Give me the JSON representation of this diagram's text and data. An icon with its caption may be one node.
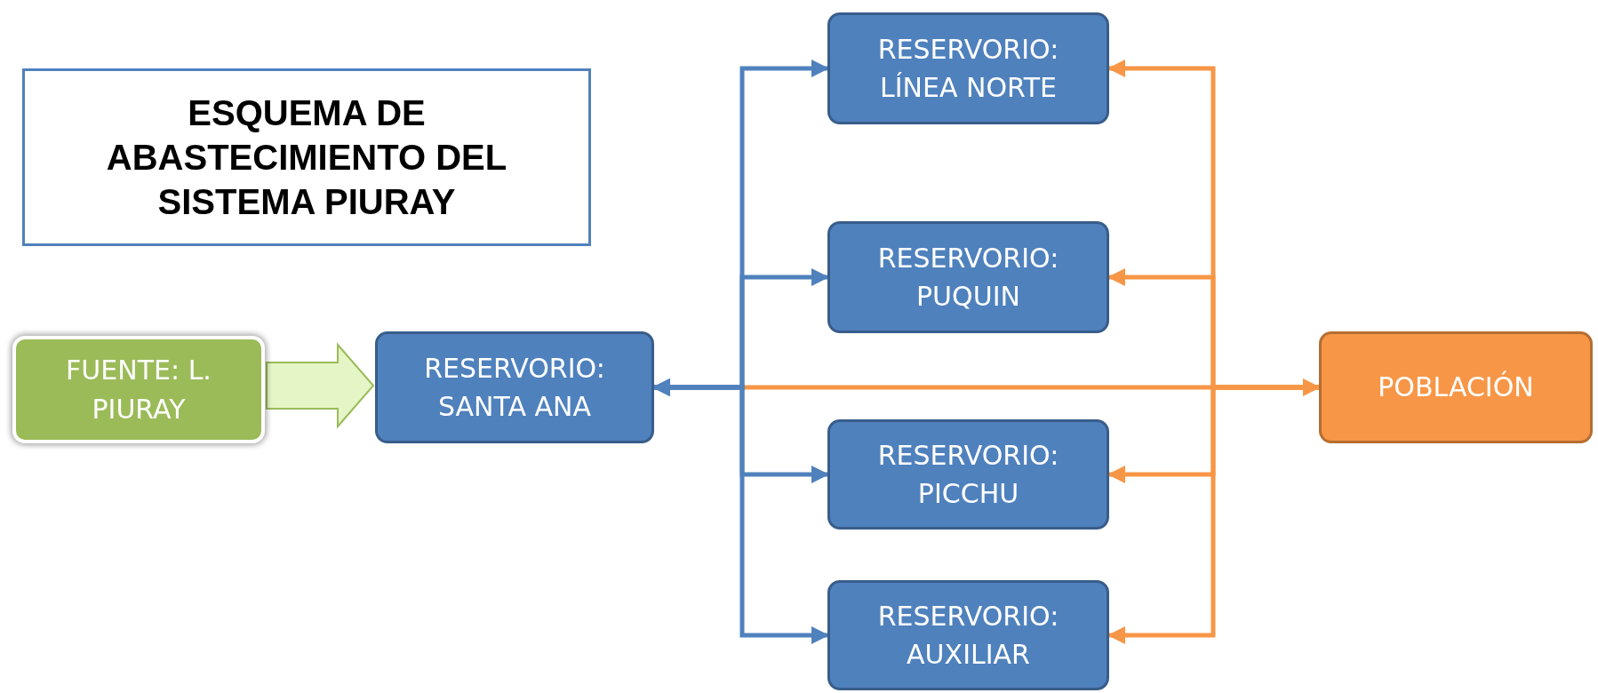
{
  "diagram": {
    "title": "ESQUEMA DE ABASTECIMIENTO DEL SISTEMA PIURAY",
    "nodes": [
      {
        "text": [
          "FUENTE: L. PIURAY"
        ]
      },
      {
        "text": [
          "RESERVORIO: SANTA ANA"
        ]
      },
      {
        "text": [
          "RESERVORIO: LÍNEA NORTE"
        ]
      },
      {
        "text": [
          "RESERVORIO: PUQUIN"
        ]
      },
      {
        "text": [
          "RESERVORIO: PICCHU"
        ]
      },
      {
        "text": [
          "RESERVORIO: AUXILIAR"
        ]
      },
      {
        "text": [
          "POBLACIÓN"
        ]
      }
    ],
    "edges": [
      {
        "from": 0,
        "to": 1,
        "arrow": "to",
        "style": "thick",
        "color": "#9bbb59"
      },
      {
        "from": 1,
        "to": 2,
        "arrow": "both",
        "color": "#4f81bd"
      },
      {
        "from": 1,
        "to": 3,
        "arrow": "both",
        "color": "#4f81bd"
      },
      {
        "from": 1,
        "to": 4,
        "arrow": "both",
        "color": "#4f81bd"
      },
      {
        "from": 1,
        "to": 5,
        "arrow": "both",
        "color": "#4f81bd"
      },
      {
        "from": 1,
        "to": 6,
        "arrow": "to",
        "color": "#f79646"
      },
      {
        "from": 6,
        "to": 2,
        "arrow": "to",
        "color": "#f79646"
      },
      {
        "from": 6,
        "to": 3,
        "arrow": "to",
        "color": "#f79646"
      },
      {
        "from": 6,
        "to": 4,
        "arrow": "to",
        "color": "#f79646"
      },
      {
        "from": 6,
        "to": 5,
        "arrow": "to",
        "color": "#f79646"
      }
    ]
  }
}
